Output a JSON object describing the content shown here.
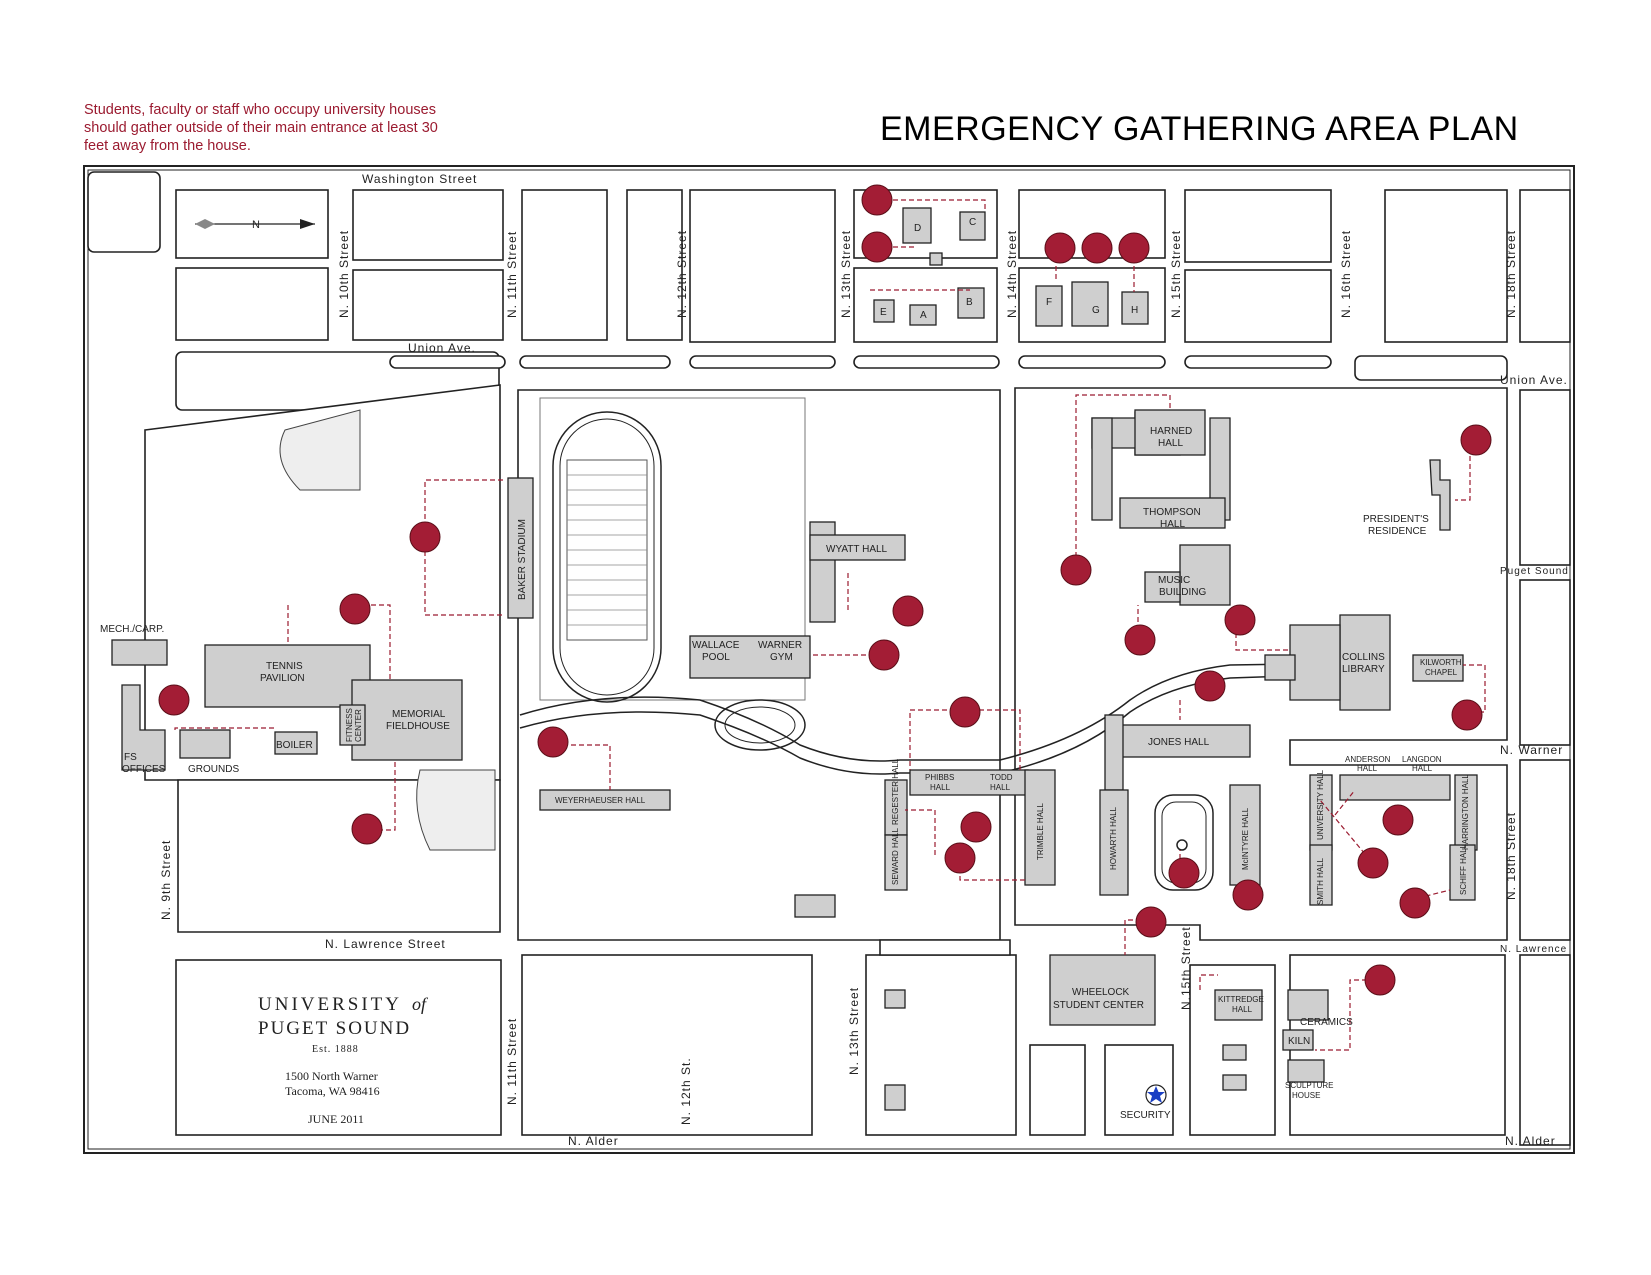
{
  "note": "Students, faculty or staff who occupy university houses should gather outside of their main entrance at least 30 feet away from the house.",
  "title": "EMERGENCY GATHERING AREA PLAN",
  "colors": {
    "accent": "#9b1b30",
    "spot": "#a31d35",
    "building": "#cfcfcf",
    "star": "#1a3fc4"
  },
  "north_label": "N",
  "streets": {
    "washington": "Washington Street",
    "union1": "Union Ave.",
    "union2": "Union Ave.",
    "puget": "Puget Sound",
    "warner": "N. Warner",
    "lawrence": "N. Lawrence Street",
    "lawrence2": "N. Lawrence",
    "alder1": "N. Alder",
    "alder2": "N. Alder",
    "s10": "N. 10th Street",
    "s11a": "N. 11th Street",
    "s12a": "N. 12th Street",
    "s13a": "N. 13th Street",
    "s14": "N. 14th Street",
    "s15a": "N. 15th Street",
    "s16": "N. 16th Street",
    "s18a": "N. 18th Street",
    "s9": "N. 9th Street",
    "s11b": "N. 11th Street",
    "s12b": "N. 12th St.",
    "s13b": "N. 13th Street",
    "s15b": "N.15th Street",
    "s18b": "N. 18th Street"
  },
  "houses": {
    "a": "A",
    "b": "B",
    "c": "C",
    "d": "D",
    "e": "E",
    "f": "F",
    "g": "G",
    "h": "H"
  },
  "buildings": {
    "harned1": "HARNED",
    "harned2": "HALL",
    "thompson1": "THOMPSON",
    "thompson2": "HALL",
    "president1": "PRESIDENT'S",
    "president2": "RESIDENCE",
    "baker": "BAKER STADIUM",
    "wyatt": "WYATT HALL",
    "music1": "MUSIC",
    "music2": "BUILDING",
    "wallace1": "WALLACE",
    "wallace2": "POOL",
    "warner1": "WARNER",
    "warner2": "GYM",
    "collins1": "COLLINS",
    "collins2": "LIBRARY",
    "kilworth1": "KILWORTH",
    "kilworth2": "CHAPEL",
    "mech": "MECH./CARP.",
    "tennis1": "TENNIS",
    "tennis2": "PAVILION",
    "fitness1": "FITNESS",
    "fitness2": "CENTER",
    "memorial1": "MEMORIAL",
    "memorial2": "FIELDHOUSE",
    "boiler": "BOILER",
    "fs1": "FS",
    "fs2": "OFFICES",
    "grounds": "GROUNDS",
    "jones": "JONES HALL",
    "weyerhaeuser": "WEYERHAEUSER HALL",
    "phibbs1": "PHIBBS",
    "phibbs2": "HALL",
    "todd1": "TODD",
    "todd2": "HALL",
    "regester": "REGESTER HALL",
    "seward": "SEWARD HALL",
    "trimble": "TRIMBLE HALL",
    "howarth": "HOWARTH HALL",
    "mcintyre": "McINTYRE HALL",
    "anderson1": "ANDERSON",
    "anderson2": "HALL",
    "langdon1": "LANGDON",
    "langdon2": "HALL",
    "university": "UNIVERSITY HALL",
    "harrington": "HARRINGTON HALL",
    "smith": "SMITH HALL",
    "schiff": "SCHIFF HALL",
    "wheelock1": "WHEELOCK",
    "wheelock2": "STUDENT  CENTER",
    "kittredge1": "KITTREDGE",
    "kittredge2": "HALL",
    "ceramics": "CERAMICS",
    "kiln": "KILN",
    "sculpture1": "SCULPTURE",
    "sculpture2": "HOUSE",
    "security": "SECURITY"
  },
  "logo": {
    "line1": "UNIVERSITY",
    "of": "of",
    "line2": "PUGET SOUND",
    "est": "Est. 1888",
    "addr1": "1500 North Warner",
    "addr2": "Tacoma, WA 98416",
    "date": "JUNE 2011"
  }
}
